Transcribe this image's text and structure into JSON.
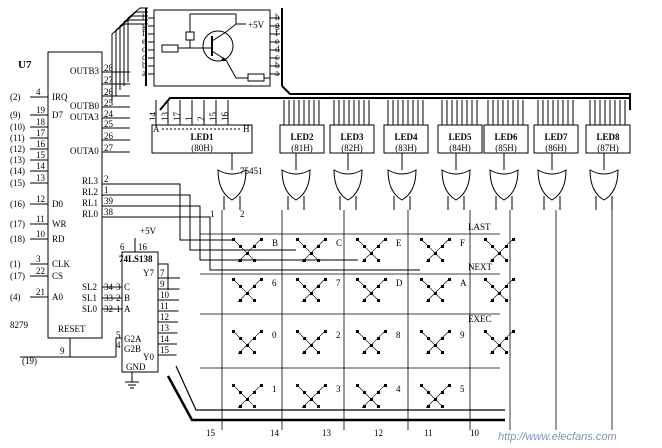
{
  "chip_u7": {
    "designator": "U7",
    "part": "8279",
    "left_pins": [
      {
        "num": "(2)",
        "pin": "4",
        "name": "IRQ"
      },
      {
        "num": "(9)",
        "pin": "19",
        "name": "D7"
      },
      {
        "num": "(10)",
        "pin": "18",
        "name": ""
      },
      {
        "num": "(11)",
        "pin": "17",
        "name": ""
      },
      {
        "num": "(12)",
        "pin": "16",
        "name": ""
      },
      {
        "num": "(13)",
        "pin": "15",
        "name": ""
      },
      {
        "num": "(14)",
        "pin": "14",
        "name": ""
      },
      {
        "num": "(15)",
        "pin": "13",
        "name": ""
      },
      {
        "num": "(16)",
        "pin": "12",
        "name": "D0"
      },
      {
        "num": "(17)",
        "pin": "11",
        "name": "WR"
      },
      {
        "num": "(18)",
        "pin": "10",
        "name": "RD"
      },
      {
        "num": "(1)",
        "pin": "3",
        "name": "CLK"
      },
      {
        "num": "(17)",
        "pin": "22",
        "name": "CS"
      },
      {
        "num": "(4)",
        "pin": "21",
        "name": "A0"
      }
    ],
    "right_pins": [
      {
        "pin": "28",
        "name": "OUTB3"
      },
      {
        "pin": "27",
        "name": ""
      },
      {
        "pin": "26",
        "name": ""
      },
      {
        "pin": "25",
        "name": "OUTB0"
      },
      {
        "pin": "24",
        "name": "OUTA3"
      },
      {
        "pin": "25",
        "name": ""
      },
      {
        "pin": "26",
        "name": ""
      },
      {
        "pin": "27",
        "name": "OUTA0"
      }
    ],
    "rl_pins": [
      {
        "name": "RL3",
        "pin": "2"
      },
      {
        "name": "RL2",
        "pin": "1"
      },
      {
        "name": "RL1",
        "pin": "39"
      },
      {
        "name": "RL0",
        "pin": "38"
      }
    ],
    "sl_pins": [
      {
        "name": "SL2",
        "pin": "34"
      },
      {
        "name": "SL1",
        "pin": "33"
      },
      {
        "name": "SL0",
        "pin": "32"
      }
    ],
    "reset_label": "RESET",
    "reset_pin": "9",
    "reset_net": "(19)"
  },
  "decoder": {
    "part": "74LS138",
    "vcc": "+5V",
    "pin_vcc": "16",
    "pin_6": "6",
    "inputs": [
      {
        "name": "C",
        "pin": "3"
      },
      {
        "name": "B",
        "pin": "2"
      },
      {
        "name": "A",
        "pin": "1"
      }
    ],
    "enables": [
      {
        "name": "G2A",
        "pin": "5"
      },
      {
        "name": "G2B",
        "pin": "4"
      }
    ],
    "y7": "Y7",
    "y0": "Y0",
    "gnd": "GND",
    "out_pins": [
      "7",
      "9",
      "10",
      "11",
      "12",
      "13",
      "14",
      "15"
    ]
  },
  "driver": {
    "vcc": "+5V",
    "seg_left": [
      "h",
      "g",
      "f",
      "e",
      "d",
      "c",
      "b",
      "a"
    ],
    "seg_right": [
      "h",
      "g",
      "f",
      "e",
      "d",
      "c",
      "b",
      "a"
    ]
  },
  "leds": [
    {
      "name": "LED1",
      "addr": "(80H)"
    },
    {
      "name": "LED2",
      "addr": "(81H)"
    },
    {
      "name": "LED3",
      "addr": "(82H)"
    },
    {
      "name": "LED4",
      "addr": "(83H)"
    },
    {
      "name": "LED5",
      "addr": "(84H)"
    },
    {
      "name": "LED6",
      "addr": "(85H)"
    },
    {
      "name": "LED7",
      "addr": "(86H)"
    },
    {
      "name": "LED8",
      "addr": "(87H)"
    }
  ],
  "led1_pins": [
    "14",
    "13",
    "17",
    "1",
    "2",
    "15",
    "16"
  ],
  "led1_seg_a": "A",
  "led1_seg_h": "H",
  "gate_part": "75451",
  "gate_pin_1": "1",
  "gate_pin_2": "2",
  "keypad": {
    "rows": [
      [
        "B",
        "C",
        "E",
        "F",
        "LAST"
      ],
      [
        "6",
        "7",
        "D",
        "A",
        "NEXT"
      ],
      [
        "0",
        "2",
        "8",
        "9",
        "EXEC"
      ],
      [
        "1",
        "3",
        "4",
        "5"
      ]
    ]
  },
  "bottom_pins": [
    "15",
    "14",
    "13",
    "12",
    "11",
    "10"
  ],
  "watermark": "http://www.elecfans.com"
}
